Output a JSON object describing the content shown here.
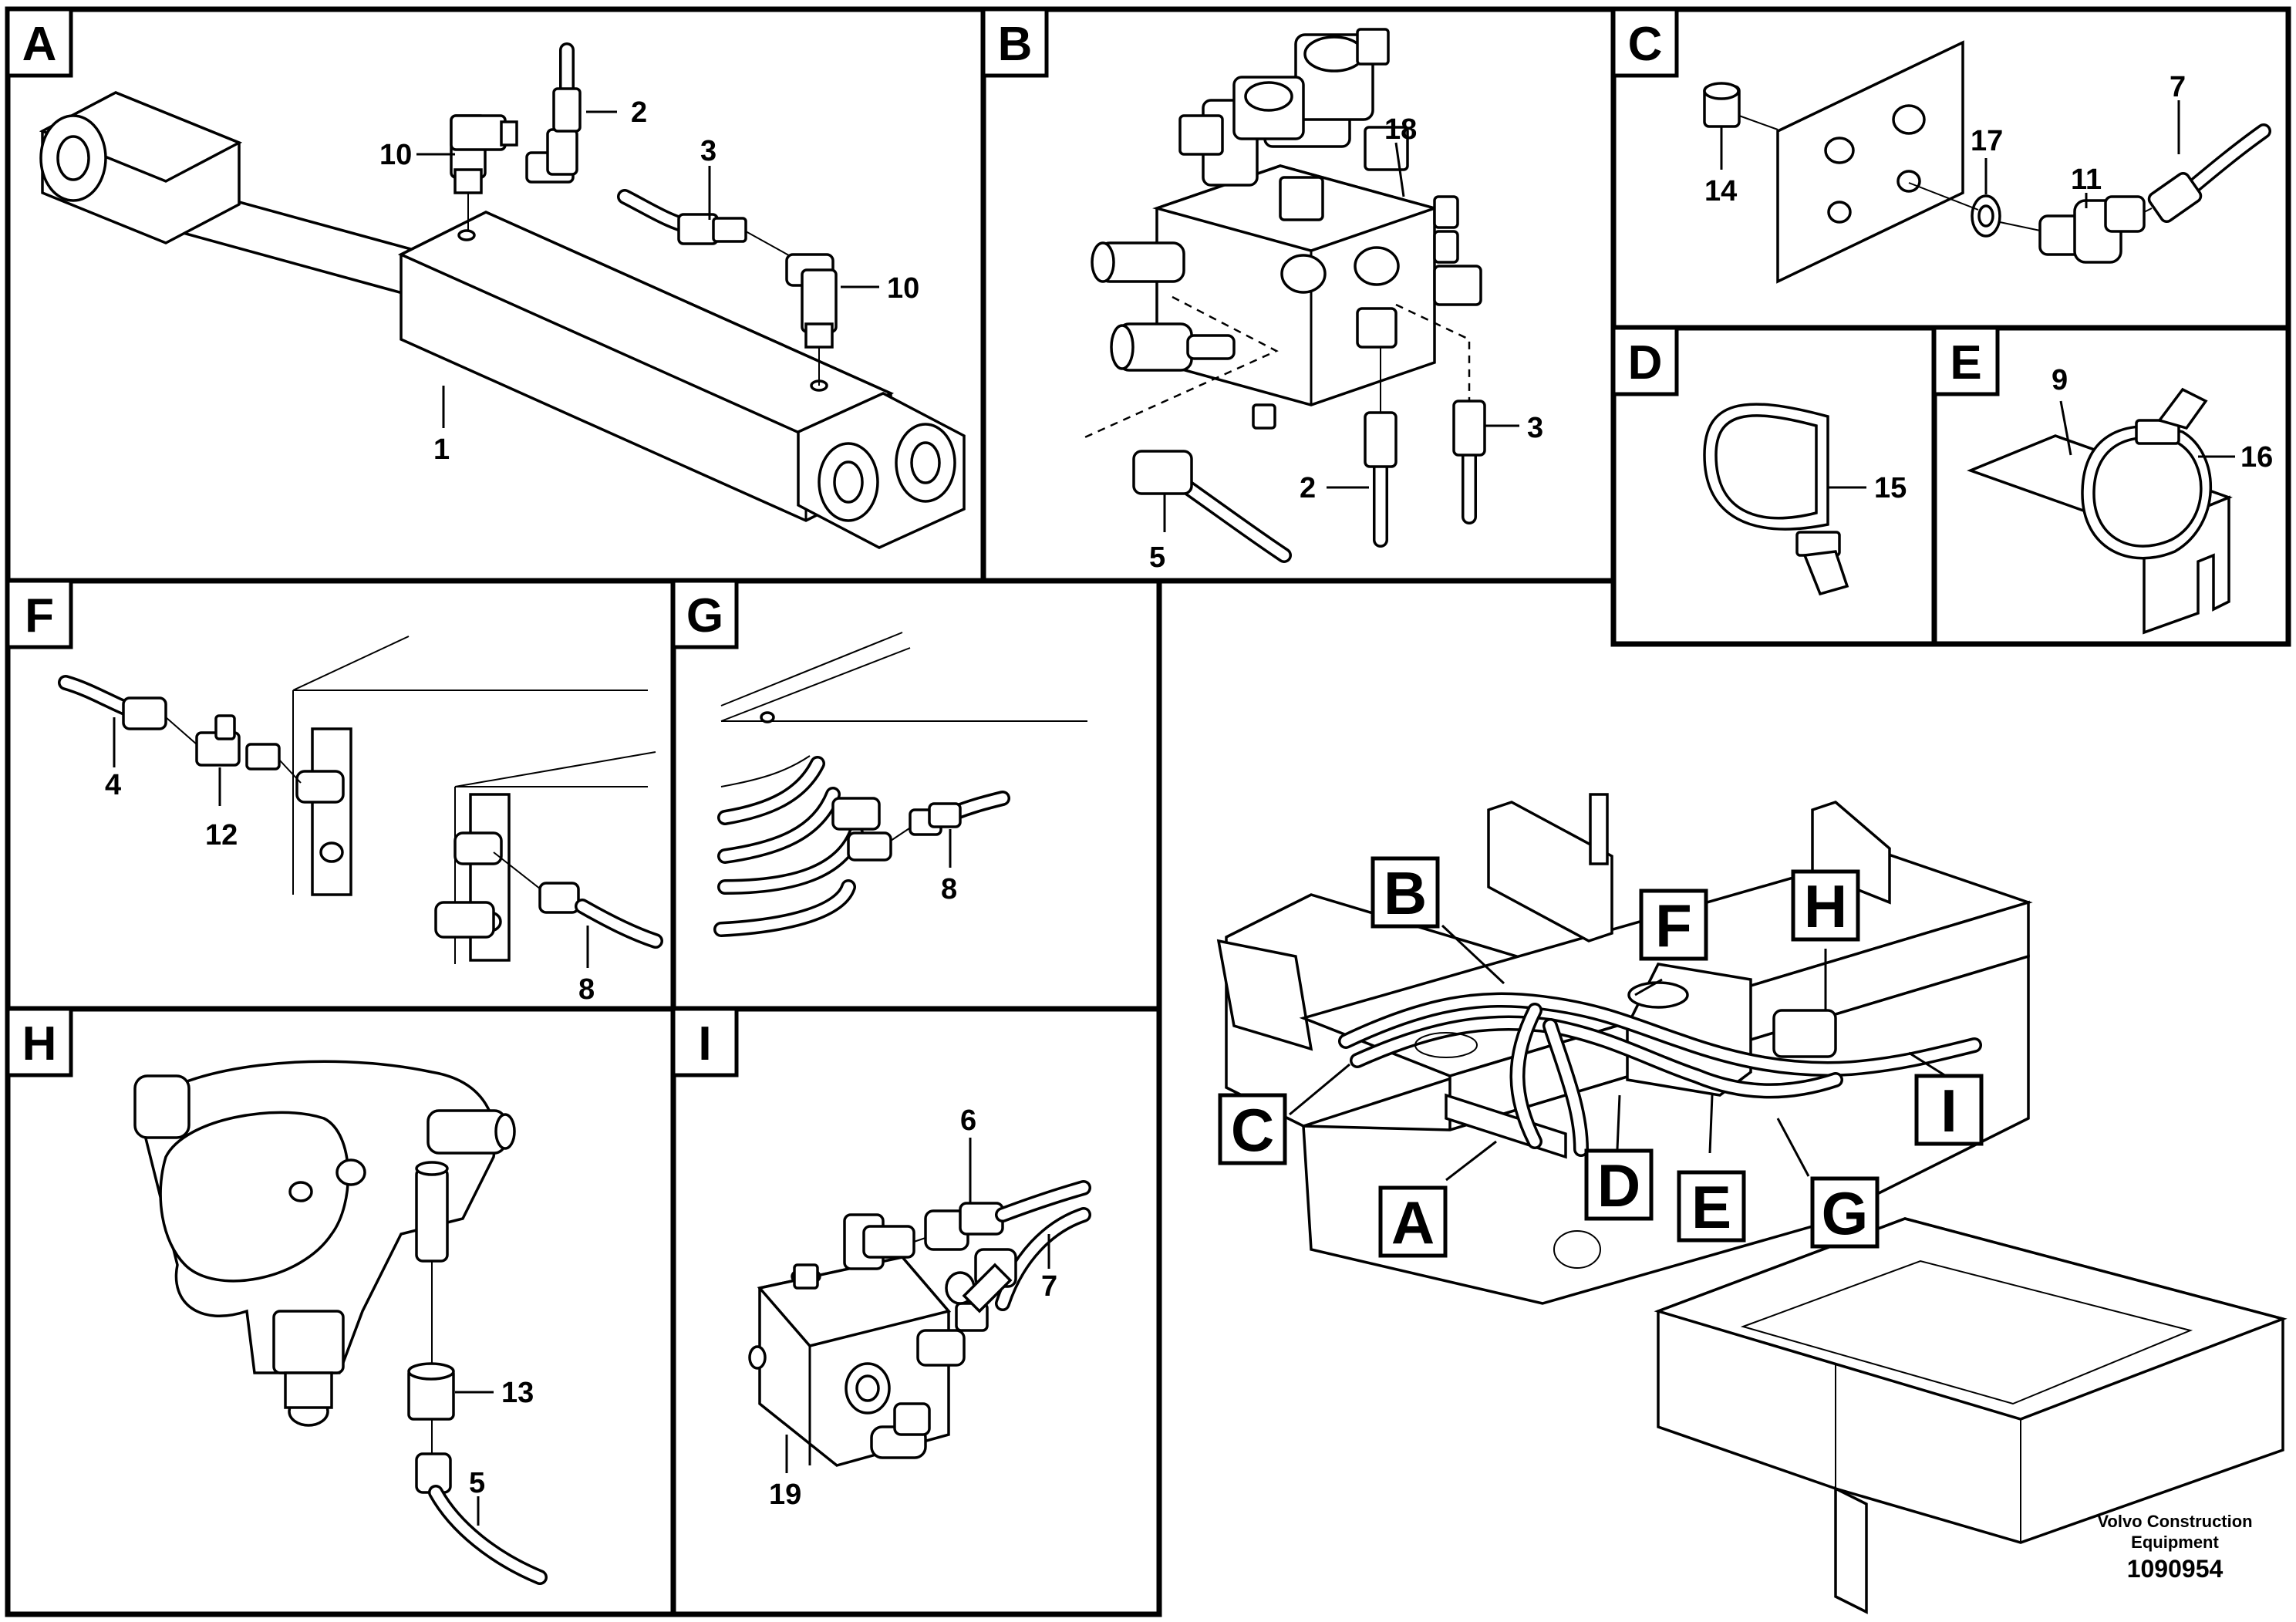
{
  "panels": {
    "A": {
      "letter": "A",
      "callouts": {
        "c1": "1",
        "c2": "2",
        "c3": "3",
        "c10a": "10",
        "c10b": "10"
      }
    },
    "B": {
      "letter": "B",
      "callouts": {
        "c18": "18",
        "c3": "3",
        "c2": "2",
        "c5": "5"
      }
    },
    "C": {
      "letter": "C",
      "callouts": {
        "c14": "14",
        "c17": "17",
        "c11": "11",
        "c7": "7"
      }
    },
    "D": {
      "letter": "D",
      "callouts": {
        "c15": "15"
      }
    },
    "E": {
      "letter": "E",
      "callouts": {
        "c9": "9",
        "c16": "16"
      }
    },
    "F": {
      "letter": "F",
      "callouts": {
        "c4": "4",
        "c12": "12",
        "c8": "8"
      }
    },
    "G": {
      "letter": "G",
      "callouts": {
        "c8": "8"
      }
    },
    "H": {
      "letter": "H",
      "callouts": {
        "c13": "13",
        "c5": "5"
      }
    },
    "I": {
      "letter": "I",
      "callouts": {
        "c6": "6",
        "c7": "7",
        "c19": "19"
      }
    }
  },
  "overview": {
    "tags": {
      "B": "B",
      "F": "F",
      "H": "H",
      "C": "C",
      "I": "I",
      "A": "A",
      "D": "D",
      "E": "E",
      "G": "G"
    }
  },
  "footer": {
    "company_line1": "Volvo Construction",
    "company_line2": "Equipment",
    "drawing_number": "1090954"
  }
}
